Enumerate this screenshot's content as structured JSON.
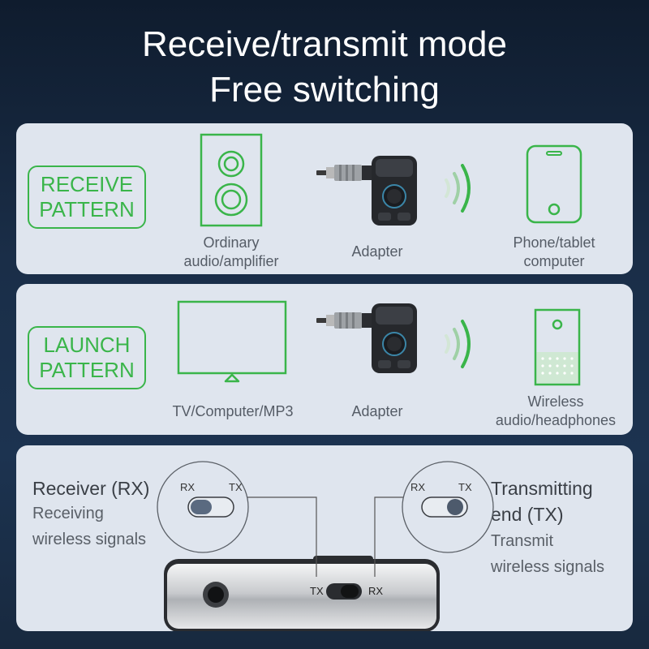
{
  "header": {
    "line1": "Receive/transmit mode",
    "line2": "Free switching"
  },
  "receive": {
    "pattern_line1": "RECEIVE",
    "pattern_line2": "PATTERN",
    "source_line1": "Ordinary",
    "source_line2": "audio/amplifier",
    "adapter": "Adapter",
    "target_line1": "Phone/tablet",
    "target_line2": "computer"
  },
  "launch": {
    "pattern_line1": "LAUNCH",
    "pattern_line2": "PATTERN",
    "source": "TV/Computer/MP3",
    "adapter": "Adapter",
    "target_line1": "Wireless",
    "target_line2": "audio/headphones"
  },
  "switch_panel": {
    "receiver_title": "Receiver (RX)",
    "receiver_sub1": "Receiving",
    "receiver_sub2": "wireless signals",
    "transmit_title1": "Transmitting",
    "transmit_title2": "end (TX)",
    "transmit_sub1": "Transmit",
    "transmit_sub2": "wireless signals",
    "circle_left_rx": "RX",
    "circle_left_tx": "TX",
    "circle_right_rx": "RX",
    "circle_right_tx": "TX",
    "device_tx": "TX",
    "device_rx": "RX"
  },
  "colors": {
    "accent_green": "#3ab54a",
    "panel_bg": "#dfe5ee",
    "page_bg": "#14243a"
  }
}
